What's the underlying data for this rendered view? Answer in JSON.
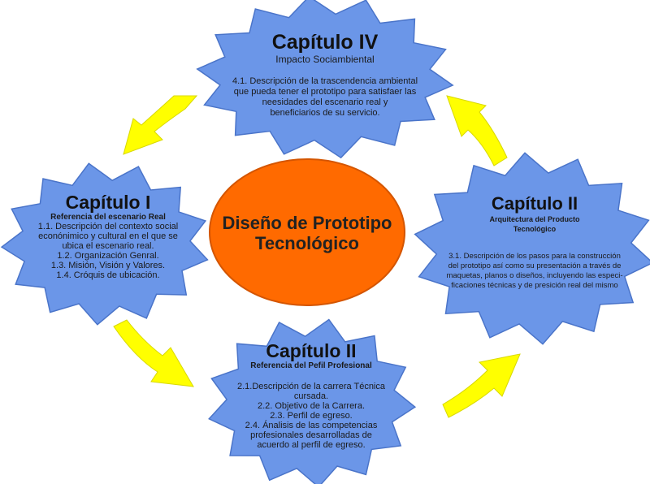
{
  "center": {
    "title": "Diseño de Prototipo Tecnológico"
  },
  "chapters": [
    {
      "title": "Capítulo IV",
      "subtitle": "Impacto Sociambiental",
      "body": "4.1. Descripción de la trascendencia ambiental\nque pueda tener el prototipo para satisfaer las\nneesidades del escenario real y\nbeneficiarios de su servicio."
    },
    {
      "title": "Capítulo I",
      "subtitle": "Referencia del escenario Real",
      "body": "1.1. Descripción del contexto social\neconónimico y cultural en el que se\nubica el escenario real.\n1.2. Organización Genral.\n1.3. Misión, Visión y Valores.\n1.4. Cróquis de ubicación."
    },
    {
      "title": "Capítulo II",
      "subtitle": "Referencia del Pefil Profesional",
      "body": "2.1.Descripción de la carrera Técnica\ncursada.\n2.2. Objetivo de la Carrera.\n2.3. Perfil de egreso.\n2.4. Ánalisis de las competencias\nprofesionales desarrolladas de\nacuerdo al perfil de egreso."
    },
    {
      "title": "Capítulo II",
      "subtitle": "Arquitectura del Producto\nTecnológico",
      "body": "3.1. Descripción de los pasos para la construcción\ndel prototipo así como su presentación a través de\nmaquetas, planos o diseños, incluyendo las especi-\nficaciones técnicas y de presición real del mismo"
    }
  ],
  "colors": {
    "star_fill": "#6b96e8",
    "star_stroke": "#4a74c9",
    "center_fill": "#ff6a00",
    "center_stroke": "#d45500",
    "arrow_fill": "#ffff00",
    "arrow_stroke": "#d8d800"
  }
}
